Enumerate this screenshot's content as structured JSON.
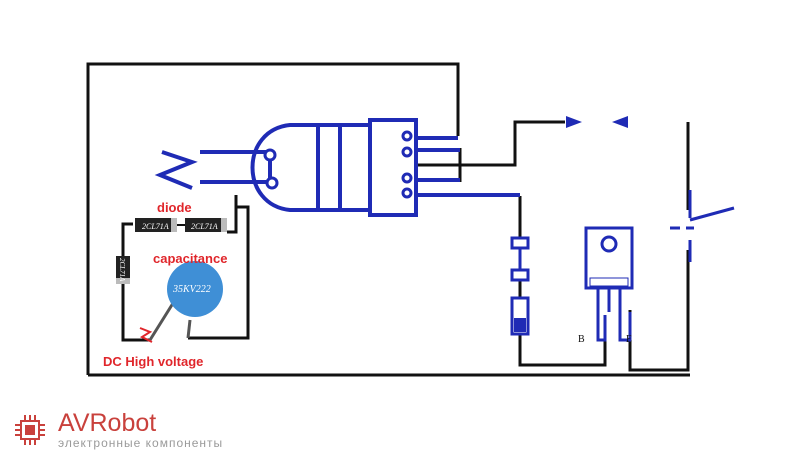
{
  "labels": {
    "diode": "diode",
    "capacitance": "capacitance",
    "dc_high_voltage": "DC High voltage",
    "base": "B",
    "emitter": "E"
  },
  "components": {
    "diode_1": "2CL71A",
    "diode_2": "2CL71A",
    "diode_3": "2CL71A",
    "capacitor": "35KV222"
  },
  "brand": {
    "name": "AVRobot",
    "tagline": "электронные компоненты"
  },
  "colors": {
    "wire_black": "#111111",
    "wire_blue": "#1f2bb5",
    "label_red": "#e0262b",
    "capacitor_blue": "#3f8fd6",
    "brand_red": "#c9413c"
  }
}
